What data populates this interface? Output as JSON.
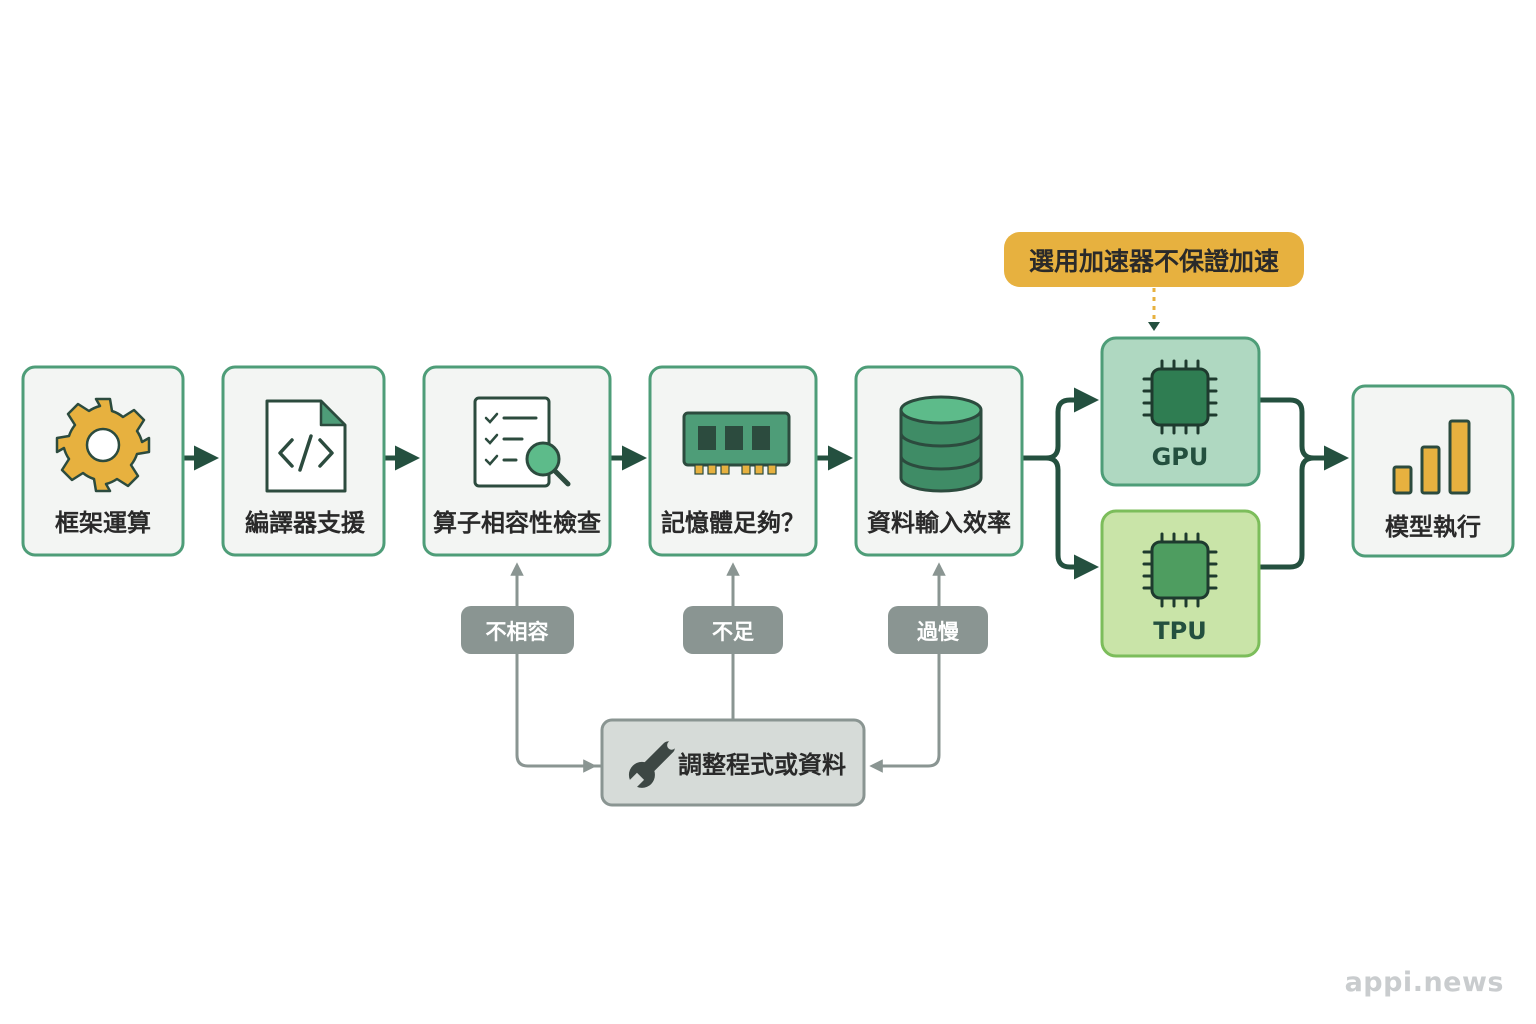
{
  "colors": {
    "node_border": "#4e9d78",
    "node_fill": "#f3f5f3",
    "arrow": "#24503f",
    "loop_arrow": "#8a9592",
    "accent": "#e7b13f",
    "gpu_fill": "#afd8c1",
    "tpu_fill": "#c9e4a8",
    "chip": "#2f7d52",
    "gray_pill": "#8a9592",
    "adjust_fill": "#d6dbd8"
  },
  "nodes": [
    {
      "id": "framework",
      "label": "框架運算",
      "icon": "gear-icon"
    },
    {
      "id": "compiler",
      "label": "編譯器支援",
      "icon": "code-file-icon"
    },
    {
      "id": "operator",
      "label": "算子相容性檢查",
      "icon": "checklist-search-icon"
    },
    {
      "id": "memory",
      "label": "記憶體足夠？",
      "icon": "memory-module-icon"
    },
    {
      "id": "data",
      "label": "資料輸入效率",
      "icon": "database-icon"
    },
    {
      "id": "gpu",
      "label": "GPU",
      "icon": "chip-icon"
    },
    {
      "id": "tpu",
      "label": "TPU",
      "icon": "chip-icon"
    },
    {
      "id": "execute",
      "label": "模型執行",
      "icon": "bar-chart-icon"
    }
  ],
  "note": {
    "label": "選用加速器不保證加速"
  },
  "feedback": {
    "adjust_label": "調整程式或資料",
    "adjust_icon": "wrench-icon",
    "conditions": [
      "不相容",
      "不足",
      "過慢"
    ]
  },
  "watermark": "appi.news"
}
